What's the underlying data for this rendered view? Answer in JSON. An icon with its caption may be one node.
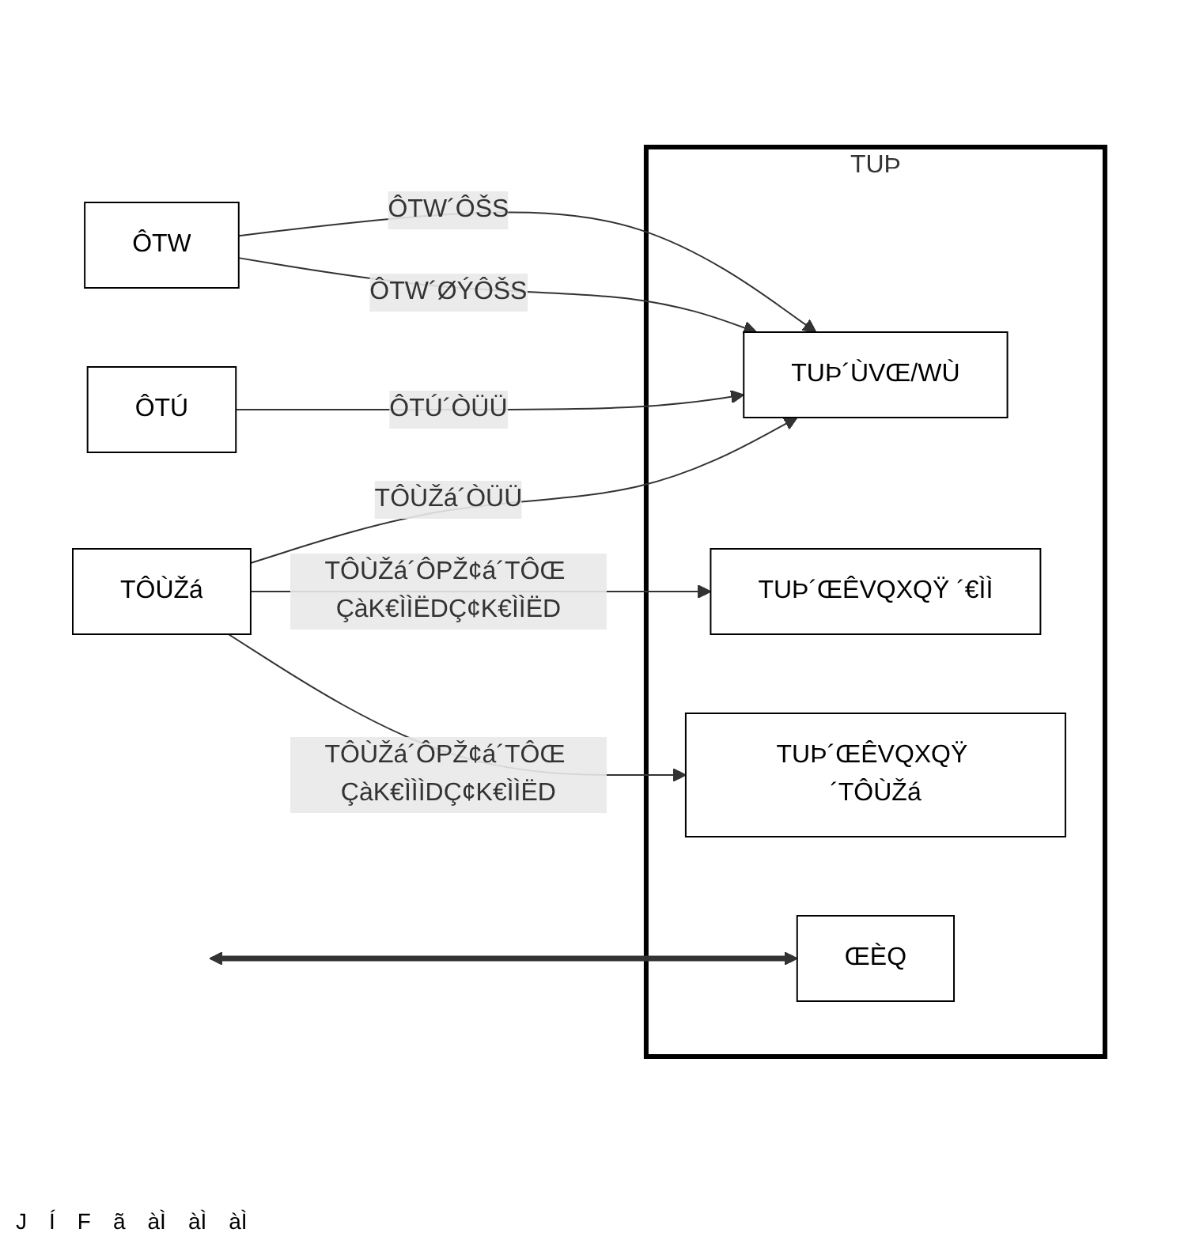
{
  "diagram": {
    "nodes": [
      {
        "text": [
          "TUÞ"
        ]
      },
      {
        "text": [
          "ÔTW"
        ]
      },
      {
        "text": [
          "ÔTÚ"
        ]
      },
      {
        "text": [
          "TÔÙŽá"
        ]
      },
      {
        "text": [
          "TUÞ´ÙVŒ/WÙ"
        ],
        "in": 0
      },
      {
        "text": [
          "TUÞ´ŒÊVQXQŸ ´€ÌÌ"
        ],
        "in": 0
      },
      {
        "text": [
          "TUÞ´ŒÊVQXQŸ ´TÔÙŽá"
        ],
        "in": 0
      },
      {
        "text": [
          "ŒÈQ"
        ],
        "in": 0
      }
    ],
    "edges": [
      {
        "from": 1,
        "to": 4,
        "arrow": "to",
        "label": "ÔTW´ÔŠS"
      },
      {
        "from": 1,
        "to": 4,
        "arrow": "to",
        "label": "ÔTW´ØÝÔŠS"
      },
      {
        "from": 2,
        "to": 4,
        "arrow": "to",
        "label": "ÔTÚ´ÒÜÜ"
      },
      {
        "from": 3,
        "to": 4,
        "arrow": "to",
        "label": "TÔÙŽá´ÒÜÜ"
      },
      {
        "from": 3,
        "to": 5,
        "arrow": "to",
        "label": "TÔÙŽá´ÔPŽ¢á´TÔŒ ÇàK€ÌÌËDÇ¢K€ÌÌËD"
      },
      {
        "from": 3,
        "to": 6,
        "arrow": "to",
        "label": "TÔÙŽá´ÔPŽ¢á´TÔŒ ÇàK€ÌÌÌDÇ¢K€ÌÌËD"
      },
      {
        "from": null,
        "to": 7,
        "arrow": "both",
        "style": "thick"
      }
    ],
    "labels": [
      "J",
      "Í",
      "F",
      "ã",
      "àÌ",
      "àÌ",
      "àÌ"
    ]
  }
}
